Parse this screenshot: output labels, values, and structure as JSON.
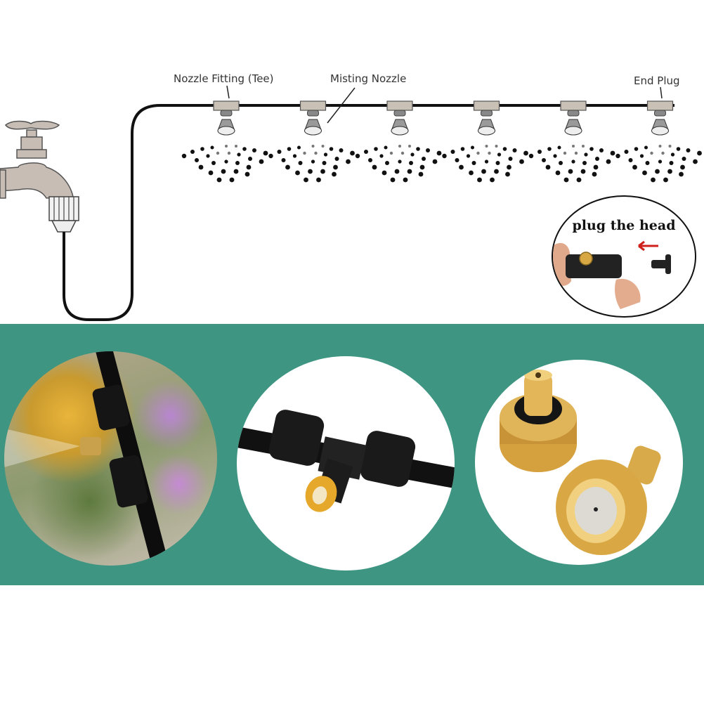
{
  "diagram": {
    "title": "Misting system installation diagram",
    "labels": {
      "tee": "Nozzle Fitting (Tee)",
      "nozzle": "Misting Nozzle",
      "end_plug": "End Plug"
    },
    "nozzle_count": 6,
    "inset": {
      "caption": "plug the head",
      "arrow_color": "#d0201c"
    }
  },
  "photos": [
    {
      "name": "nozzle-spraying-in-garden"
    },
    {
      "name": "tee-fitting-with-nozzle"
    },
    {
      "name": "brass-misting-nozzles"
    }
  ],
  "colors": {
    "band": "#3e9582",
    "pipe": "#111111",
    "fitting": "#c9c0b6",
    "faucet": "#c7bdb4",
    "brass": "#d8a844"
  }
}
